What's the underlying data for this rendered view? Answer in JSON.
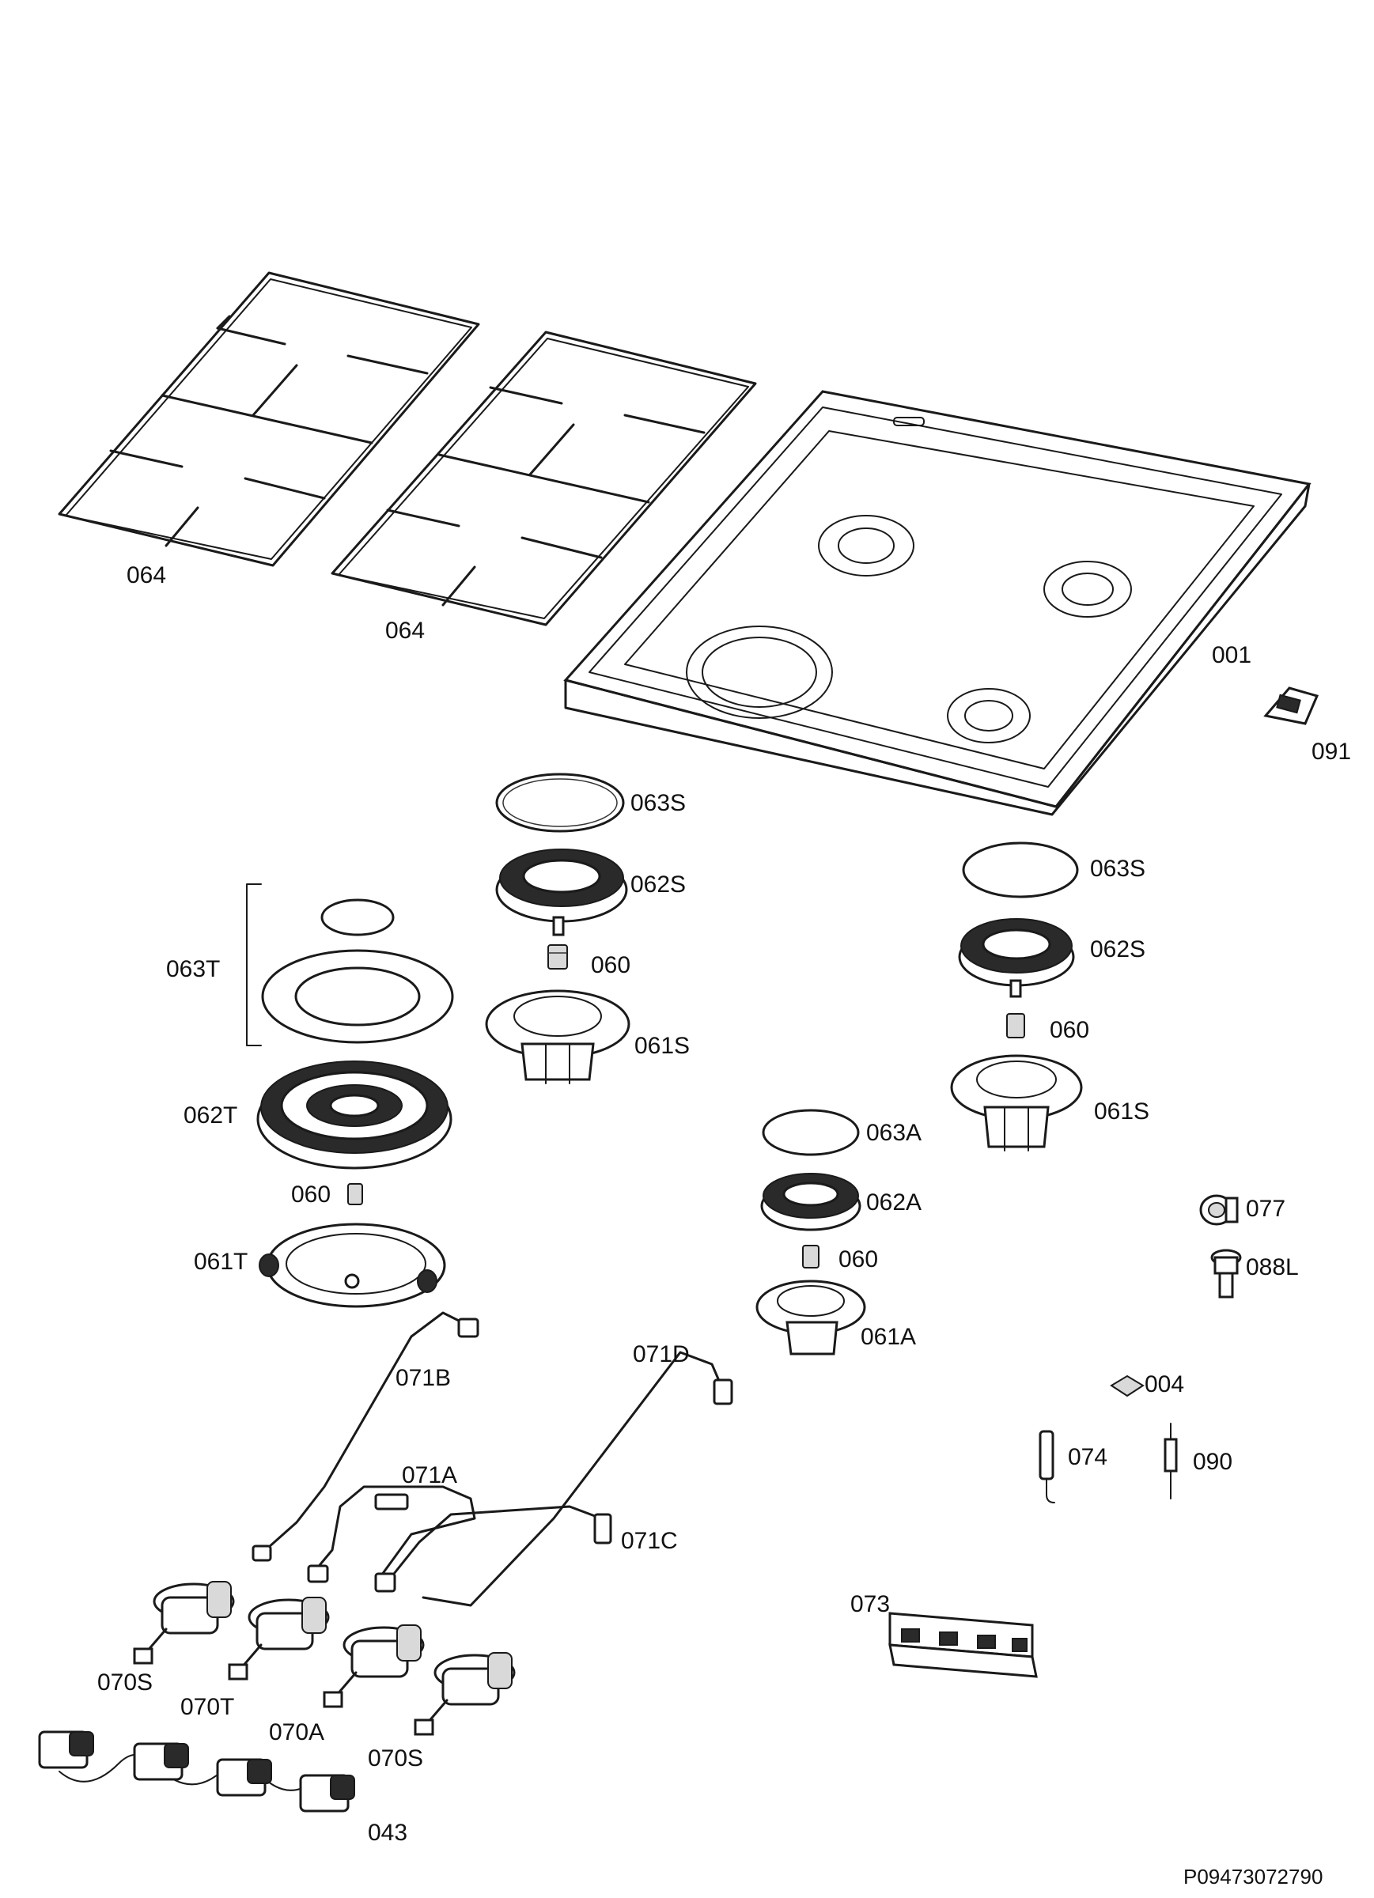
{
  "labels": {
    "l064a": "064",
    "l064b": "064",
    "l001": "001",
    "l091": "091",
    "l063s1": "063S",
    "l062s1": "062S",
    "l060a": "060",
    "l061s1": "061S",
    "l063t": "063T",
    "l062t": "062T",
    "l060b": "060",
    "l061t": "061T",
    "l063s2": "063S",
    "l062s2": "062S",
    "l060c": "060",
    "l061s2": "061S",
    "l063a": "063A",
    "l062a": "062A",
    "l060d": "060",
    "l061a": "061A",
    "l077": "077",
    "l088l": "088L",
    "l004": "004",
    "l074": "074",
    "l090": "090",
    "l071b": "071B",
    "l071d": "071D",
    "l071a": "071A",
    "l071c": "071C",
    "l073": "073",
    "l070s1": "070S",
    "l070t": "070T",
    "l070a": "070A",
    "l070s2": "070S",
    "l043": "043"
  },
  "reference": "P09473072790"
}
